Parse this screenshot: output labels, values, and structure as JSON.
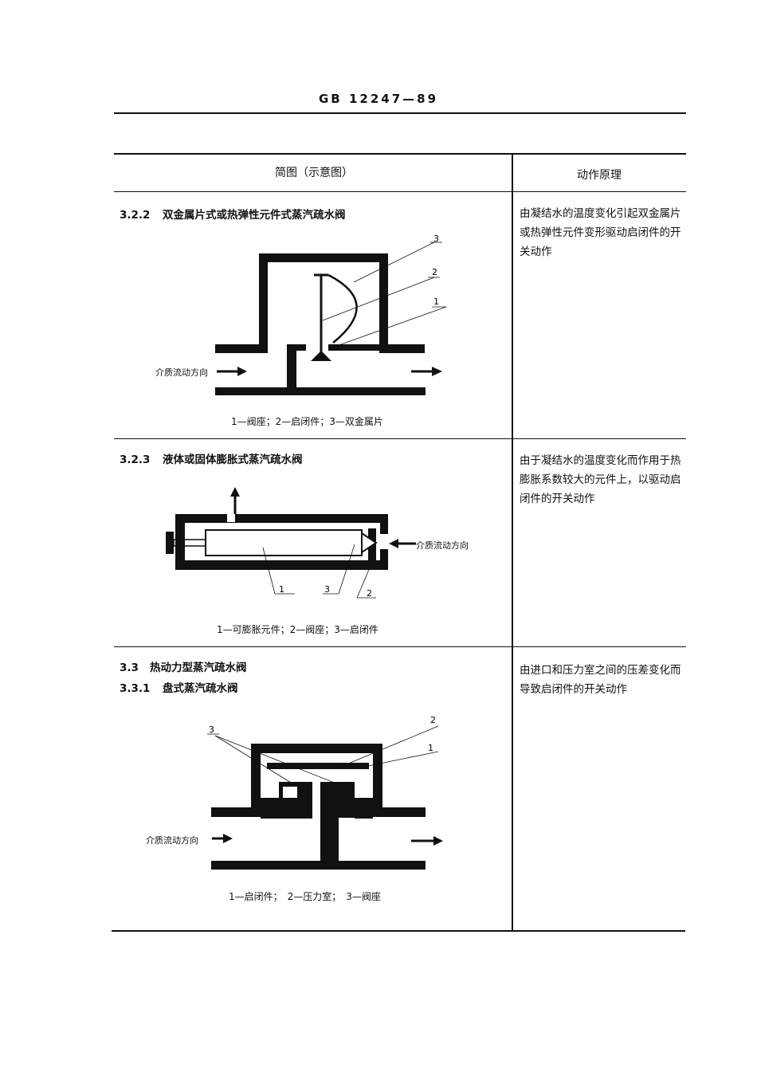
{
  "header": {
    "title": "GB 12247—89"
  },
  "table": {
    "col1": "简图（示意图）",
    "col2": "动作原理"
  },
  "rows": [
    {
      "num": "3.2.2",
      "title": "双金属片式或热弹性元件式蒸汽疏水阀",
      "desc": "由凝结水的温度变化引起双金属片或热弹性元件变形驱动启闭件的开关动作",
      "caption": "1—阀座；2—启闭件；3—双金属片",
      "flow_label": "介质流动方向",
      "labels": [
        "3",
        "2",
        "1"
      ]
    },
    {
      "num": "3.2.3",
      "title": "液体或固体膨胀式蒸汽疏水阀",
      "desc": "由于凝结水的温度变化而作用于热膨胀系数较大的元件上，以驱动启闭件的开关动作",
      "caption": "1—可膨胀元件；2—阀座；3—启闭件",
      "flow_label": "介质流动方向",
      "labels": [
        "1",
        "3",
        "2"
      ]
    },
    {
      "num": "3.3",
      "title": "热动力型蒸汽疏水阀",
      "subnum": "3.3.1",
      "subtitle": "盘式蒸汽疏水阀",
      "desc": "由进口和压力室之间的压差变化而导致启闭件的开关动作",
      "caption": "1—启闭件；　2—压力室；　3—阀座",
      "flow_label": "介质流动方向",
      "labels": [
        "3",
        "2",
        "1"
      ]
    }
  ]
}
